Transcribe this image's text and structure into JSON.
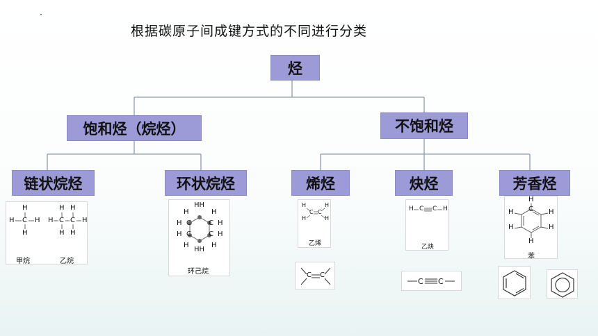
{
  "title": "根据碳原子间成键方式的不同进行分类",
  "root": {
    "label": "烃"
  },
  "level1": {
    "saturated": "饱和烃（烷烃）",
    "unsaturated": "不饱和烃"
  },
  "level2": {
    "chain": "链状烷烃",
    "ring": "环状烷烃",
    "alkene": "烯烃",
    "alkyne": "炔烃",
    "aromatic": "芳香烃"
  },
  "examples": {
    "methane_caption": "甲烷",
    "ethane_caption": "乙烷",
    "cyclohexane_caption": "环己烷",
    "ethylene_caption": "乙烯",
    "acetylene_caption": "乙炔",
    "benzene_caption": "苯"
  },
  "atoms": {
    "H": "H",
    "C": "C",
    "HH": "HH"
  },
  "colors": {
    "box_fill": "#9d9ad8",
    "line": "#8c9aa8",
    "text": "#111111"
  }
}
